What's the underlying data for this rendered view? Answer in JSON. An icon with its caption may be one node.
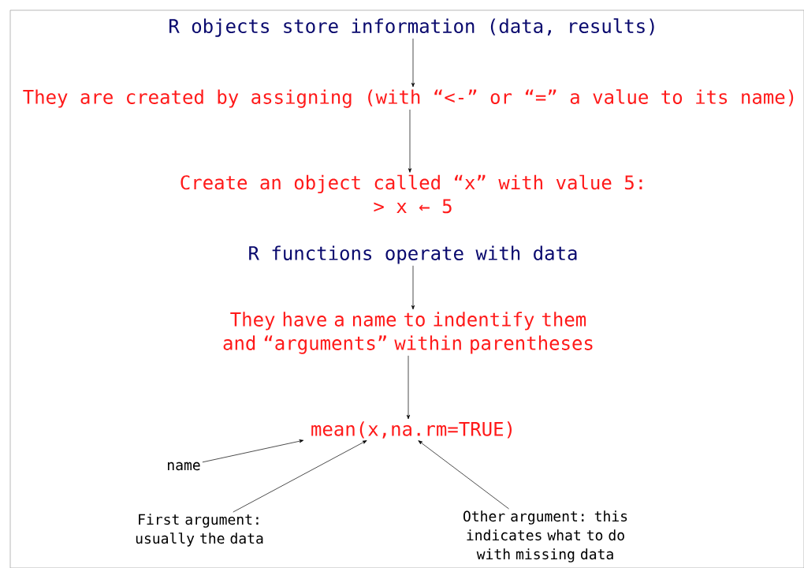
{
  "diagram": {
    "nodes": [
      {
        "text": [
          "R objects store information (data, results)"
        ]
      },
      {
        "text": [
          "They are created by assigning (with “<-” or “=” a value to its name)"
        ]
      },
      {
        "text": [
          "Create an object called “x” with value 5:",
          "> x ← 5"
        ]
      },
      {
        "text": [
          "R functions operate with data"
        ]
      },
      {
        "text": [
          "They have a name to indentify them and “arguments” within parentheses"
        ]
      },
      {
        "text": [
          "mean(x,na.rm=TRUE)"
        ]
      },
      {
        "text": [
          "name"
        ]
      },
      {
        "text": [
          "First argument: usually the data"
        ]
      },
      {
        "text": [
          "Other argument: this indicates what to do with missing data"
        ]
      }
    ],
    "edges": [
      {
        "from": 0,
        "to": 1,
        "arrow": "to"
      },
      {
        "from": 1,
        "to": 2,
        "arrow": "to"
      },
      {
        "from": 3,
        "to": 4,
        "arrow": "to"
      },
      {
        "from": 4,
        "to": 5,
        "arrow": "to"
      },
      {
        "from": 6,
        "to": 5,
        "arrow": "to"
      },
      {
        "from": 7,
        "to": 5,
        "arrow": "to"
      },
      {
        "from": 8,
        "to": 5,
        "arrow": "to"
      }
    ]
  }
}
